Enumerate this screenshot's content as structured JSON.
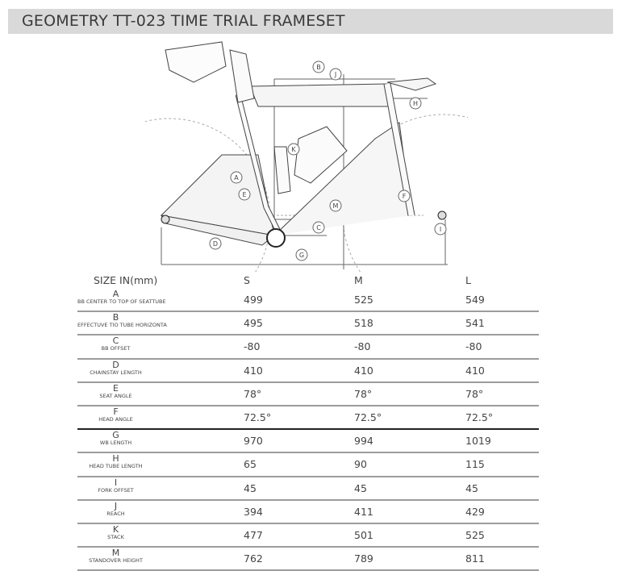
{
  "title": "GEOMETRY TT-023 TIME TRIAL FRAMESET",
  "diagram_labels": [
    "A",
    "B",
    "C",
    "D",
    "E",
    "F",
    "G",
    "H",
    "I",
    "J",
    "K",
    "M"
  ],
  "table": {
    "headers": [
      "SIZE IN(mm)",
      "S",
      "M",
      "L"
    ],
    "rows": [
      {
        "letter": "A",
        "desc": "BB CENTER TO TOP OF SEATTUBE",
        "values": [
          "499",
          "525",
          "549"
        ]
      },
      {
        "letter": "B",
        "desc": "EFFECTUVE TIO TUBE HORIZONTA",
        "values": [
          "495",
          "518",
          "541"
        ]
      },
      {
        "letter": "C",
        "desc": "BB OFFSET",
        "values": [
          "-80",
          "-80",
          "-80"
        ]
      },
      {
        "letter": "D",
        "desc": "CHAINSTAY LENGTH",
        "values": [
          "410",
          "410",
          "410"
        ]
      },
      {
        "letter": "E",
        "desc": "SEAT ANGLE",
        "values": [
          "78°",
          "78°",
          "78°"
        ]
      },
      {
        "letter": "F",
        "desc": "HEAD ANGLE",
        "values": [
          "72.5°",
          "72.5°",
          "72.5°"
        ]
      },
      {
        "letter": "G",
        "desc": "WB LENGTH",
        "values": [
          "970",
          "994",
          "1019"
        ]
      },
      {
        "letter": "H",
        "desc": "HEAD TUBE LENGTH",
        "values": [
          "65",
          "90",
          "115"
        ]
      },
      {
        "letter": "I",
        "desc": "FORK OFFSET",
        "values": [
          "45",
          "45",
          "45"
        ]
      },
      {
        "letter": "J",
        "desc": "REACH",
        "values": [
          "394",
          "411",
          "429"
        ]
      },
      {
        "letter": "K",
        "desc": "STACK",
        "values": [
          "477",
          "501",
          "525"
        ]
      },
      {
        "letter": "M",
        "desc": "STANDOVER HEIGHT",
        "values": [
          "762",
          "789",
          "811"
        ]
      }
    ]
  }
}
